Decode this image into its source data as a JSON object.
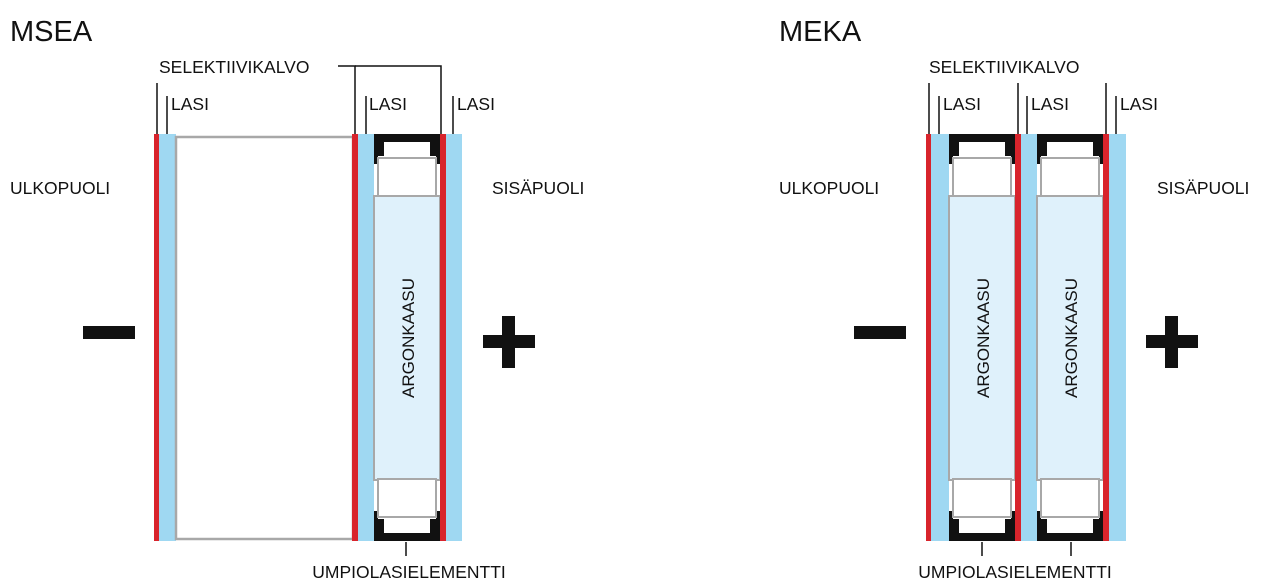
{
  "colors": {
    "glass": "#9fd8f2",
    "selective_film": "#d8242c",
    "gas_fill": "#dff1fb",
    "spacer": "#111111",
    "frame_outline": "#a8a8a8",
    "text": "#111111"
  },
  "msea": {
    "title": "MSEA",
    "selective_film_label": "SELEKTIIVIKALVO",
    "glass_label_1": "LASI",
    "glass_label_2": "LASI",
    "glass_label_3": "LASI",
    "outside_label": "ULKOPUOLI",
    "inside_label": "SISÄPUOLI",
    "gas_label": "ARGONKAASU",
    "sealed_unit_label": "UMPIOLASIELEMENTTI",
    "minus_icon": "minus-sign",
    "plus_icon": "plus-sign"
  },
  "meka": {
    "title": "MEKA",
    "selective_film_label": "SELEKTIIVIKALVO",
    "glass_label_1": "LASI",
    "glass_label_2": "LASI",
    "glass_label_3": "LASI",
    "outside_label": "ULKOPUOLI",
    "inside_label": "SISÄPUOLI",
    "gas_label_1": "ARGONKAASU",
    "gas_label_2": "ARGONKAASU",
    "sealed_unit_label": "UMPIOLASIELEMENTTI",
    "minus_icon": "minus-sign",
    "plus_icon": "plus-sign"
  }
}
